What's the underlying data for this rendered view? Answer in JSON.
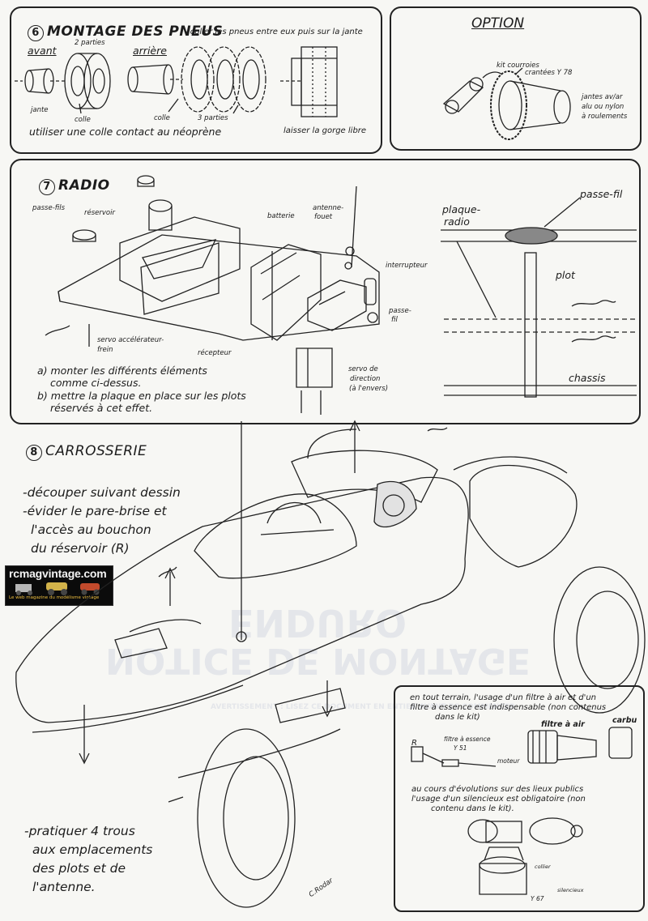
{
  "s6": {
    "number": "6",
    "title": "MONTAGE DES PNEUS",
    "instruction": "- coller les pneus entre eux puis sur la jante",
    "avant": "avant",
    "deux_parties": "2 parties",
    "arriere": "arrière",
    "jante": "jante",
    "colle1": "colle",
    "colle2": "colle",
    "trois_parties": "3 parties",
    "note": "utiliser une colle contact au néoprène",
    "gorge": "laisser la gorge libre"
  },
  "option": {
    "title": "OPTION",
    "kit": "kit courroies",
    "crantees": "crantées Y 78",
    "jantes1": "jantes av/ar",
    "jantes2": "alu ou nylon",
    "jantes3": "à roulements"
  },
  "s7": {
    "number": "7",
    "title": "RADIO",
    "passe_fils": "passe-fils",
    "reservoir": "réservoir",
    "batterie": "batterie",
    "antenne1": "antenne-",
    "antenne2": "fouet",
    "interrupteur": "interrupteur",
    "passe1": "passe-",
    "passe2": "fil",
    "servo1": "servo accélérateur-",
    "servo2": "frein",
    "recepteur": "récepteur",
    "dir1": "servo de",
    "dir2": "direction",
    "dir3": "(à l'envers)",
    "a1": "a) monter les différents éléments",
    "a2": "comme ci-dessus.",
    "b1": "b) mettre la plaque en place sur les plots",
    "b2": "réservés à cet effet.",
    "plaque1": "plaque-",
    "plaque2": "radio",
    "passe_fil": "passe-fil",
    "plot": "plot",
    "chassis": "chassis"
  },
  "s8": {
    "number": "8",
    "title": "CARROSSERIE",
    "l1": "-découper suivant dessin",
    "l2": "-évider le pare-brise et",
    "l3": "l'accès au bouchon",
    "l4": "du réservoir (R)",
    "r": "R",
    "p1": "-pratiquer 4 trous",
    "p2": "aux emplacements",
    "p3": "des plots et de",
    "p4": "l'antenne.",
    "sig": "C.Rodar"
  },
  "info": {
    "t1": "en tout terrain, l'usage d'un filtre à air et d'un",
    "t2": "filtre à essence est indispensable (non contenus",
    "t3": "dans le kit)",
    "filtre_air": "filtre à air",
    "carbu": "carbu",
    "r": "R",
    "filtre_ess1": "filtre à essence",
    "filtre_ess2": "Y 51",
    "moteur": "moteur",
    "u1": "au cours d'évolutions sur des lieux publics",
    "u2": "l'usage d'un silencieux est obligatoire (non",
    "u3": "contenu dans le kit).",
    "collier": "collier",
    "silencieux": "silencieux",
    "ref": "Y 67"
  },
  "logo": {
    "name": "rcmagvintage.com",
    "tagline": "Le web magazine du modélisme vintage"
  },
  "watermark": {
    "line1": "ENDURO",
    "line2": "NOTICE DE MONTAGE",
    "line3": "AVERTISSEMENT : LISEZ CE DOCUMENT EN ENTIER AVANT DE COMMENCER"
  }
}
